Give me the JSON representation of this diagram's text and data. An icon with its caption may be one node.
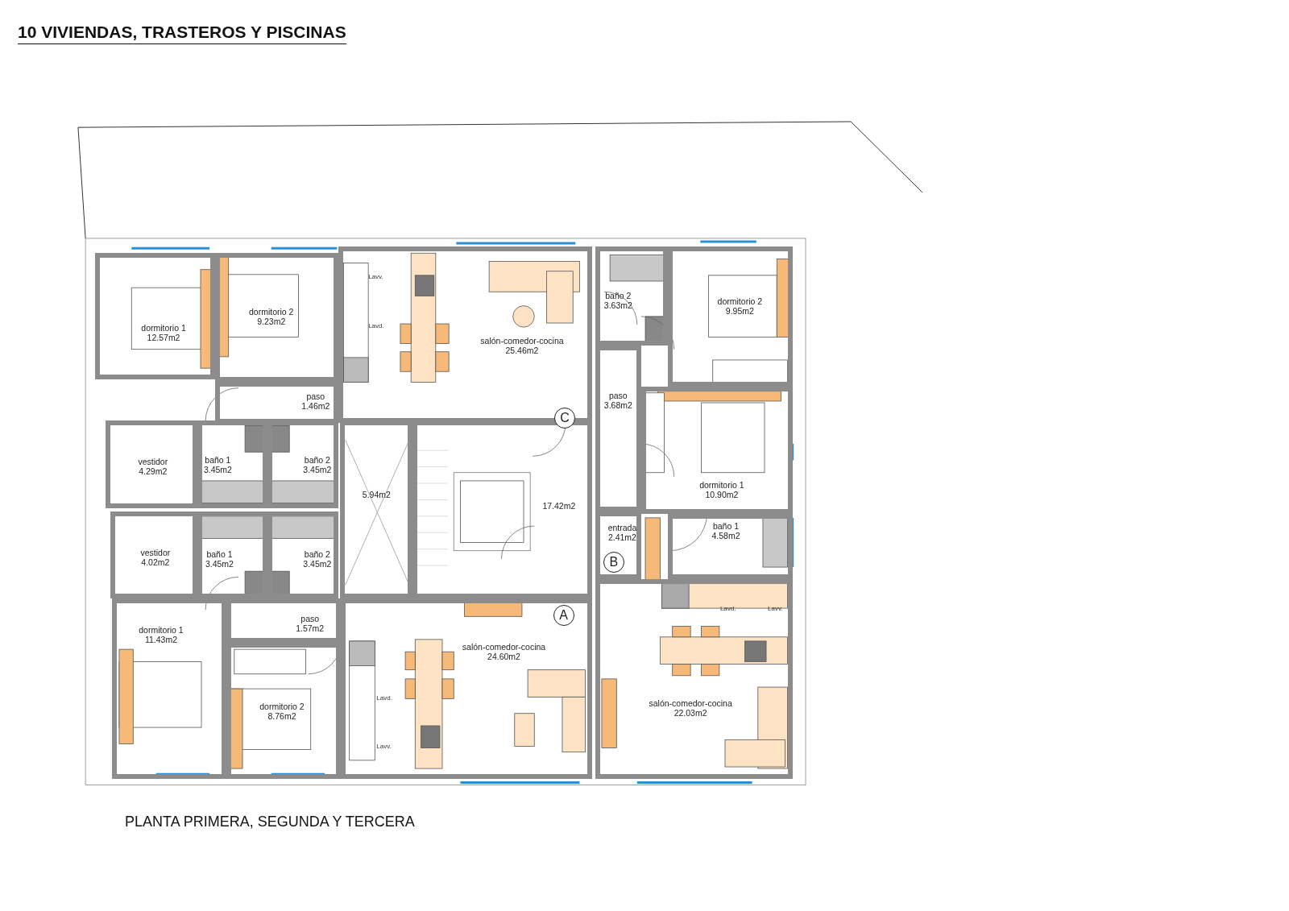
{
  "diagram": {
    "title": "10 VIVIENDAS, TRASTEROS Y PISCINAS",
    "caption": "PLANTA PRIMERA, SEGUNDA Y TERCERA",
    "nodes": [
      {
        "text": [
          "dormitorio 1",
          "12.57m2"
        ]
      },
      {
        "text": [
          "dormitorio 2",
          "9.23m2"
        ]
      },
      {
        "text": [
          "paso",
          "1.46m2"
        ]
      },
      {
        "text": [
          "salón-comedor-cocina",
          "25.46m2"
        ]
      },
      {
        "text": [
          "vestidor",
          "4.29m2"
        ]
      },
      {
        "text": [
          "baño 1",
          "3.45m2"
        ]
      },
      {
        "text": [
          "baño 2",
          "3.45m2"
        ]
      },
      {
        "text": [
          "vestidor",
          "4.02m2"
        ]
      },
      {
        "text": [
          "baño 1",
          "3.45m2"
        ]
      },
      {
        "text": [
          "baño 2",
          "3.45m2"
        ]
      },
      {
        "text": [
          "5.94m2"
        ]
      },
      {
        "text": [
          "17.42m2"
        ]
      },
      {
        "text": [
          "dormitorio 1",
          "11.43m2"
        ]
      },
      {
        "text": [
          "paso",
          "1.57m2"
        ]
      },
      {
        "text": [
          "dormitorio 2",
          "8.76m2"
        ]
      },
      {
        "text": [
          "salón-comedor-cocina",
          "24.60m2"
        ]
      },
      {
        "text": [
          "baño 2",
          "3.63m2"
        ]
      },
      {
        "text": [
          "dormitorio 2",
          "9.95m2"
        ]
      },
      {
        "text": [
          "paso",
          "3.68m2"
        ]
      },
      {
        "text": [
          "dormitorio 1",
          "10.90m2"
        ]
      },
      {
        "text": [
          "entrada",
          "2.41m2"
        ]
      },
      {
        "text": [
          "baño 1",
          "4.58m2"
        ]
      },
      {
        "text": [
          "salón-comedor-cocina",
          "22.03m2"
        ]
      },
      {
        "text": [
          "C"
        ]
      },
      {
        "text": [
          "B"
        ],
        "in": 20
      },
      {
        "text": [
          "A"
        ],
        "in": 15
      }
    ],
    "edges": [],
    "labels": [
      "Lavv.",
      "Lavd.",
      "Lavd.",
      "Lavv.",
      "Lavd.",
      "Lavv."
    ]
  }
}
